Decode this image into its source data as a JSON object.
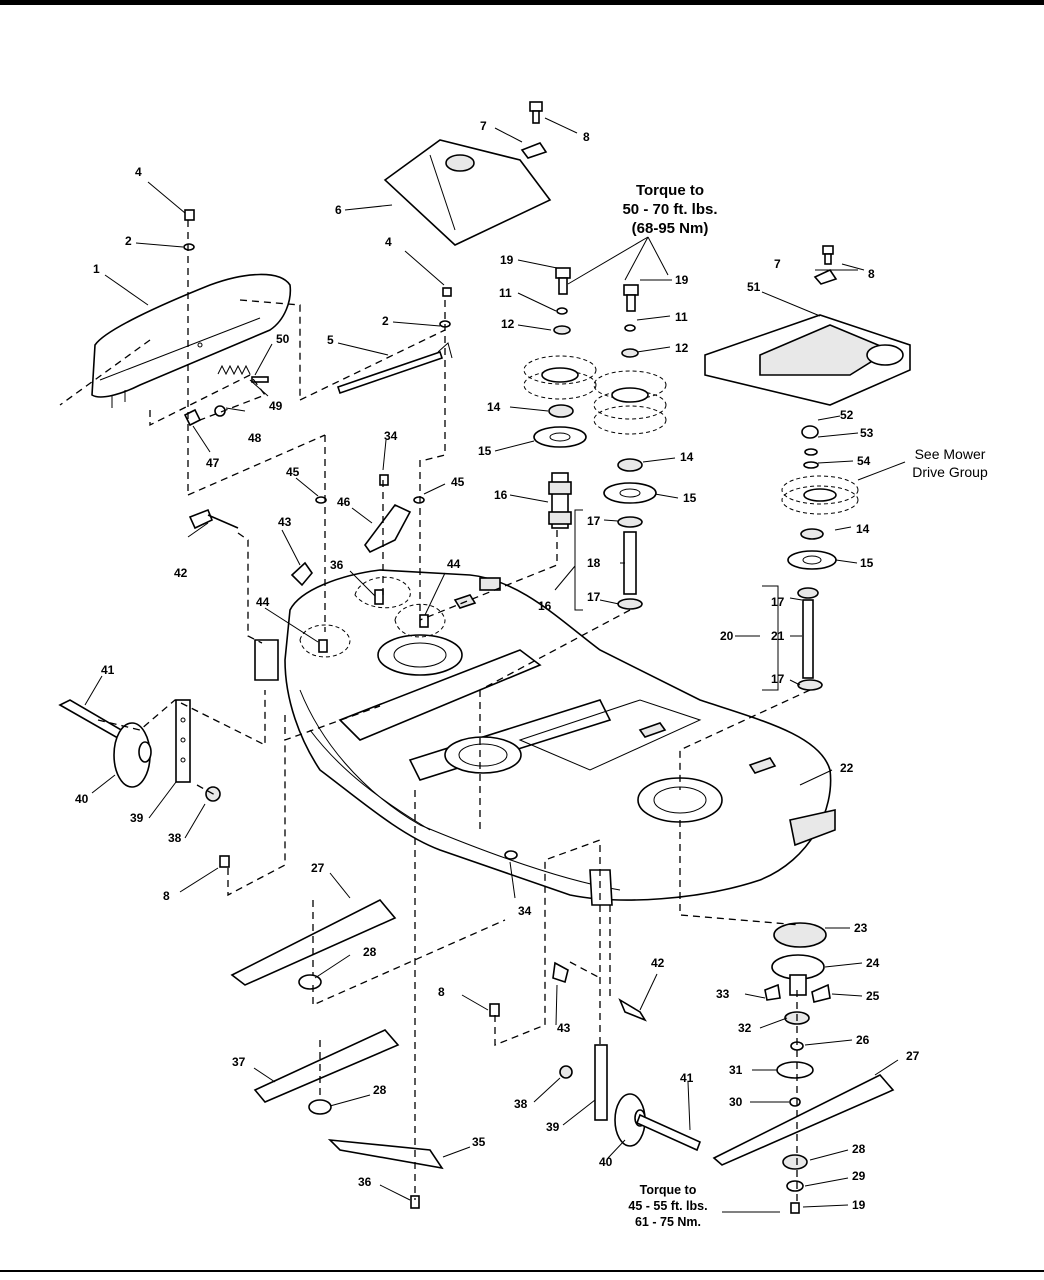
{
  "callouts": {
    "c1": "1",
    "c2a": "2",
    "c2b": "2",
    "c4a": "4",
    "c4b": "4",
    "c5": "5",
    "c6": "6",
    "c7a": "7",
    "c7b": "7",
    "c8a": "8",
    "c8b": "8",
    "c8c": "8",
    "c8d": "8",
    "c11a": "11",
    "c11b": "11",
    "c12a": "12",
    "c12b": "12",
    "c14a": "14",
    "c14b": "14",
    "c14c": "14",
    "c15a": "15",
    "c15b": "15",
    "c15c": "15",
    "c16a": "16",
    "c16b": "16",
    "c17a": "17",
    "c17b": "17",
    "c17c": "17",
    "c17d": "17",
    "c18": "18",
    "c19a": "19",
    "c19b": "19",
    "c19c": "19",
    "c20": "20",
    "c21": "21",
    "c22": "22",
    "c23": "23",
    "c24": "24",
    "c25": "25",
    "c26": "26",
    "c27a": "27",
    "c27b": "27",
    "c28a": "28",
    "c28b": "28",
    "c28c": "28",
    "c29": "29",
    "c30": "30",
    "c31": "31",
    "c32": "32",
    "c33": "33",
    "c34a": "34",
    "c34b": "34",
    "c35": "35",
    "c36a": "36",
    "c36b": "36",
    "c37": "37",
    "c38a": "38",
    "c38b": "38",
    "c39a": "39",
    "c39b": "39",
    "c40a": "40",
    "c40b": "40",
    "c41a": "41",
    "c41b": "41",
    "c42a": "42",
    "c42b": "42",
    "c43a": "43",
    "c43b": "43",
    "c44a": "44",
    "c44b": "44",
    "c45a": "45",
    "c45b": "45",
    "c46": "46",
    "c47": "47",
    "c48": "48",
    "c49": "49",
    "c50": "50",
    "c51": "51",
    "c52": "52",
    "c53": "53",
    "c54": "54"
  },
  "notes": {
    "torque_top": [
      "Torque to",
      "50 - 70 ft. lbs.",
      "(68-95 Nm)"
    ],
    "torque_bottom": [
      "Torque to",
      "45 - 55 ft. lbs.",
      "61 - 75 Nm."
    ],
    "see_mower": [
      "See Mower",
      "Drive Group"
    ]
  }
}
